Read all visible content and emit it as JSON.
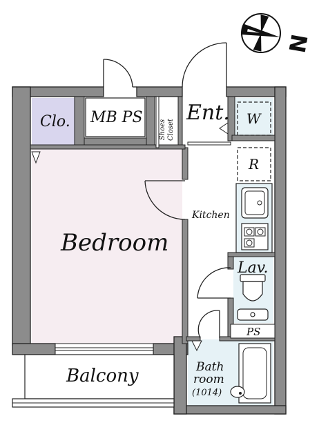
{
  "plan": {
    "rooms": {
      "closet": "Clo.",
      "mbps": "MB PS",
      "shoes_closet": "Shoes Closet",
      "entrance": "Ent.",
      "washer": "W",
      "fridge": "R",
      "kitchen": "Kitchen",
      "bedroom": "Bedroom",
      "lavatory": "Lav.",
      "ps": "PS",
      "bathroom_line1": "Bath",
      "bathroom_line2": "room",
      "bathroom_size": "(1014)",
      "balcony": "Balcony"
    },
    "compass": {
      "label": "N"
    },
    "colors": {
      "wall": "#8c8c8c",
      "wall_outline": "#222222",
      "bedroom_floor": "#f6edf1",
      "closet_floor": "#d9d6ee",
      "wet_floor": "#e6f2f6"
    }
  }
}
